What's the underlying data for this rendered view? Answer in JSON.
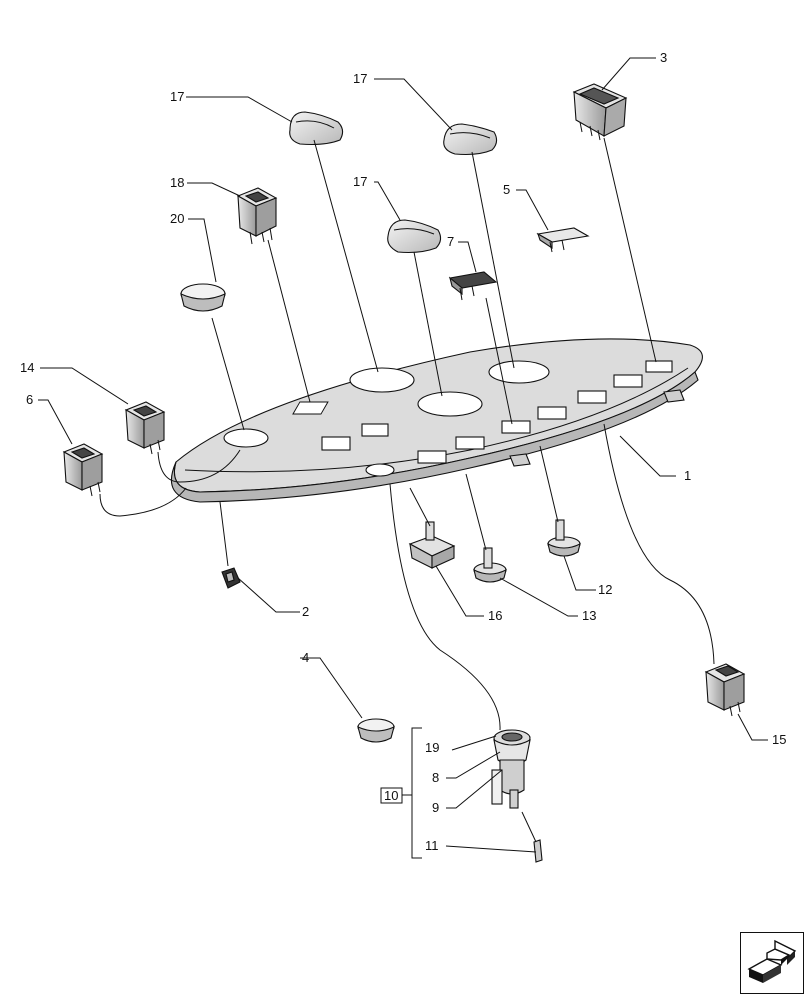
{
  "callouts": {
    "c1": "1",
    "c2": "2",
    "c3": "3",
    "c4": "4",
    "c5": "5",
    "c6": "6",
    "c7": "7",
    "c8": "8",
    "c9": "9",
    "c10": "10",
    "c11": "11",
    "c12": "12",
    "c13": "13",
    "c14": "14",
    "c15": "15",
    "c16": "16",
    "c17a": "17",
    "c17b": "17",
    "c17c": "17",
    "c18": "18",
    "c19": "19",
    "c20": "20"
  },
  "nav": {
    "icon": "next-page-arrow-icon"
  }
}
